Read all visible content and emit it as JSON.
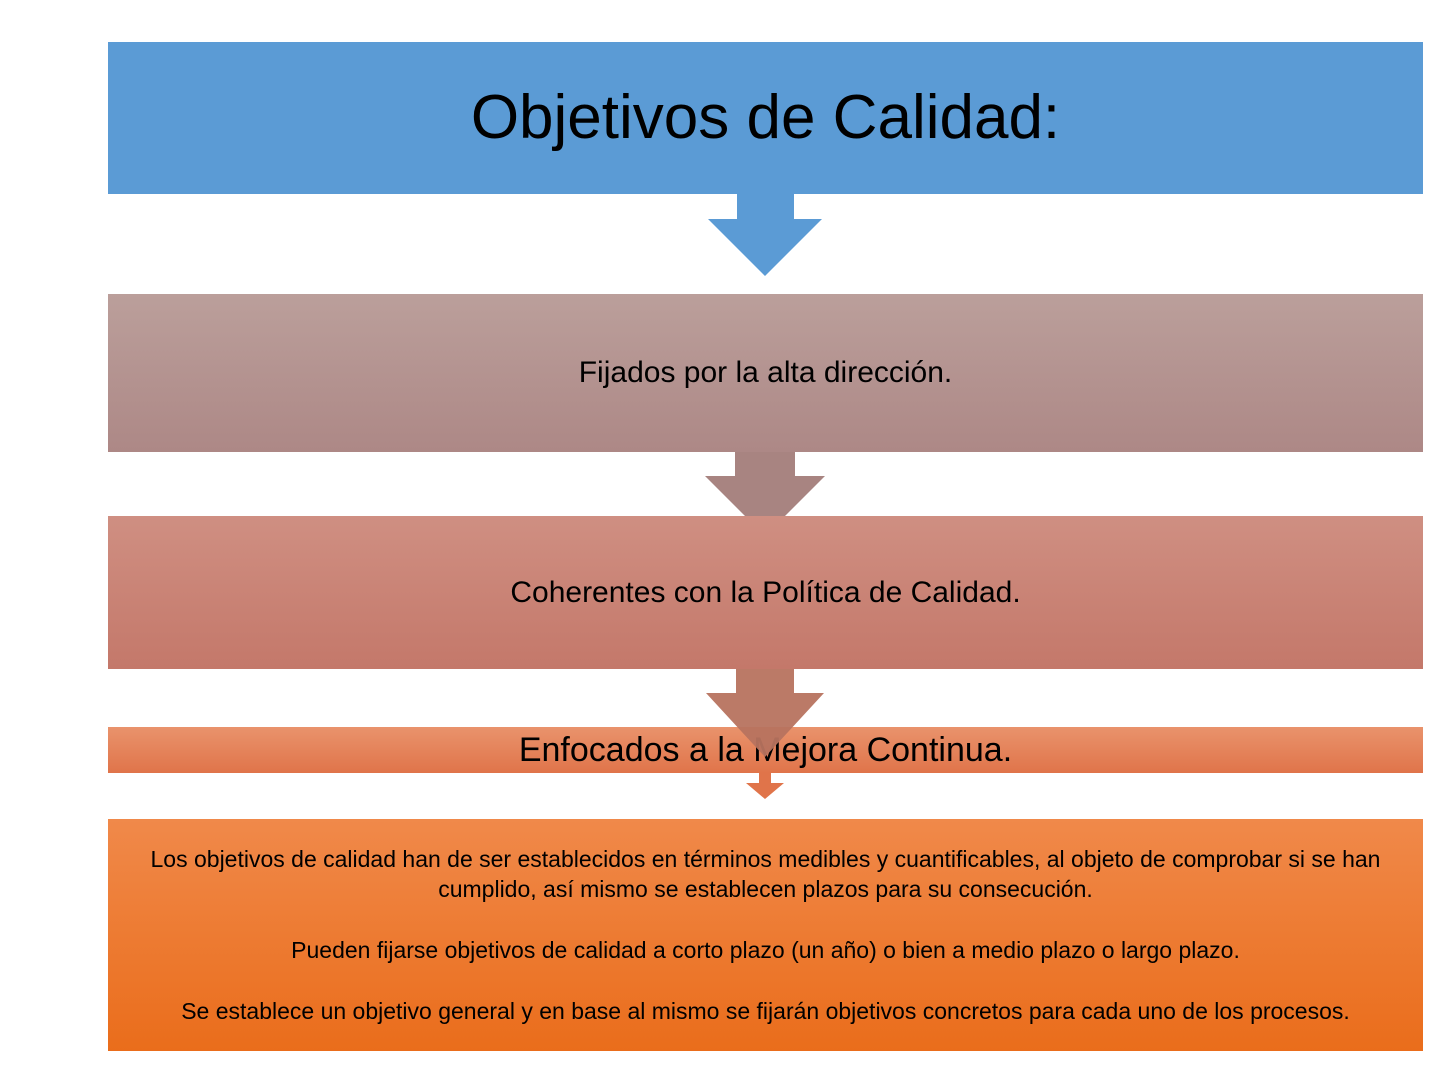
{
  "diagram": {
    "title": "Objetivos de Calidad:",
    "steps": [
      {
        "label": "Fijados por la alta dirección."
      },
      {
        "label": "Coherentes con la Política de Calidad."
      },
      {
        "label": "Enfocados a la Mejora Continua."
      }
    ],
    "details": [
      "Los objetivos de calidad han de ser establecidos en términos medibles y cuantificables, al objeto de comprobar si se han cumplido, así mismo se establecen plazos para su consecución.",
      "Pueden fijarse objetivos de calidad a corto plazo (un año) o bien a medio plazo o largo plazo.",
      "Se establece un objetivo general y en base al mismo se fijarán objetivos concretos para cada uno de los procesos."
    ]
  },
  "colors": {
    "title_box": "#5b9bd5",
    "step_1": "#b49490",
    "step_2": "#ca8072",
    "step_3": "#e4824f",
    "details_box": "#ee7b32"
  }
}
